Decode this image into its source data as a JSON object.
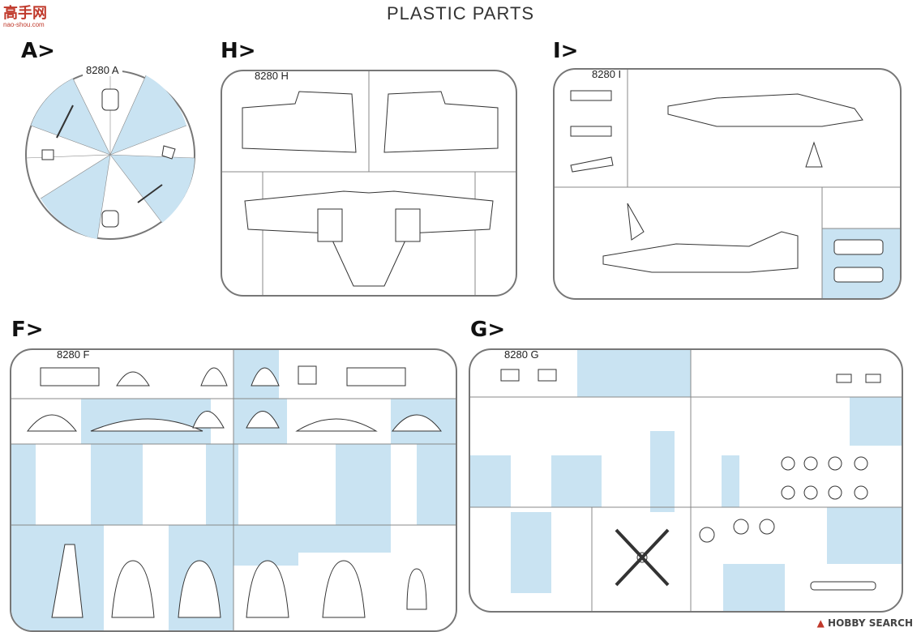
{
  "page": {
    "title": "PLASTIC PARTS",
    "watermark_top": "高手网",
    "watermark_top_sub": "nao-shou.com",
    "watermark_bottom_mark": "▲",
    "watermark_bottom": "HOBBY SEARCH"
  },
  "sections": {
    "A": {
      "label": "A>",
      "code": "8280 A"
    },
    "H": {
      "label": "H>",
      "code": "8280 H"
    },
    "I": {
      "label": "I>",
      "code": "8280 I"
    },
    "F": {
      "label": "F>",
      "code": "8280 F"
    },
    "G": {
      "label": "G>",
      "code": "8280 G"
    }
  },
  "colors": {
    "highlight": "#c9e3f2",
    "line": "#555555",
    "frame": "#777777"
  }
}
